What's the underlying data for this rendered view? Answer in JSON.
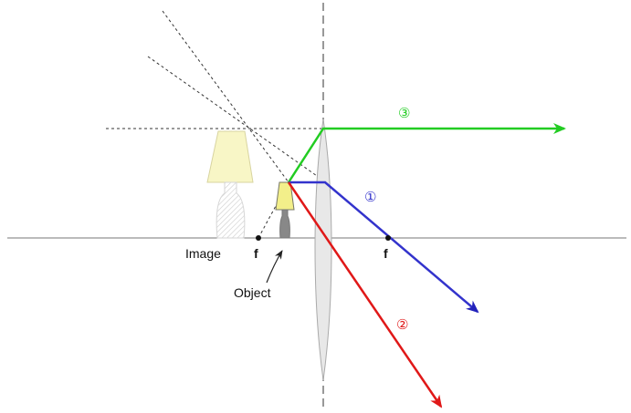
{
  "labels": {
    "image": "Image",
    "object": "Object",
    "focal_left": "f",
    "focal_right": "f"
  },
  "rays": [
    {
      "id": 1,
      "marker": "①",
      "color": "#3333cc"
    },
    {
      "id": 2,
      "marker": "②",
      "color": "#e01818"
    },
    {
      "id": 3,
      "marker": "③",
      "color": "#22cc22"
    }
  ],
  "colors": {
    "axis": "#777777",
    "lens_fill": "#e8e8e8",
    "lens_stroke": "#aaaaaa",
    "lampshade": "#f3ef8a",
    "image_lampshade": "#f8f6c6",
    "dashed": "#333333"
  }
}
